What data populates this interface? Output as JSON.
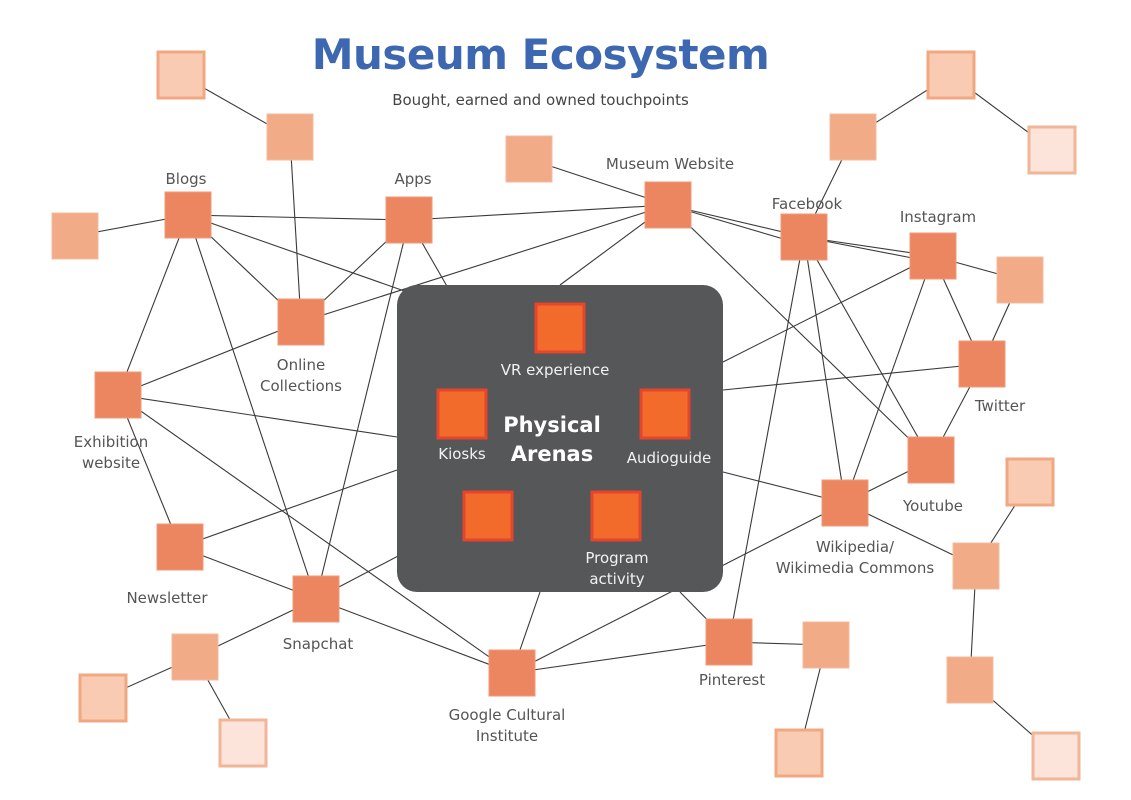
{
  "header": {
    "title": "Museum Ecosystem",
    "subtitle": "Bought, earned and owned touchpoints"
  },
  "colors": {
    "title": "#3d67b0",
    "primary_node": "#ec8660",
    "secondary_node": "#f1ab86",
    "tertiary_node": "#f9cbb3",
    "quaternary_node": "#fde4da",
    "arena_bg": "#555759",
    "arena_node": "#f26b2a",
    "edge": "#3a3a3a"
  },
  "physical_arenas": {
    "title_line1": "Physical",
    "title_line2": "Arenas",
    "items": [
      {
        "id": "vr",
        "label": "VR experience"
      },
      {
        "id": "kiosks",
        "label": "Kiosks"
      },
      {
        "id": "audioguide",
        "label": "Audioguide"
      },
      {
        "id": "unlabeled",
        "label": ""
      },
      {
        "id": "program",
        "label": "Program activity"
      }
    ]
  },
  "nodes": [
    {
      "id": "blogs",
      "label": "Blogs",
      "tier": "primary"
    },
    {
      "id": "apps",
      "label": "Apps",
      "tier": "primary"
    },
    {
      "id": "museum_website",
      "label": "Museum Website",
      "tier": "primary"
    },
    {
      "id": "facebook",
      "label": "Facebook",
      "tier": "primary"
    },
    {
      "id": "instagram",
      "label": "Instagram",
      "tier": "primary"
    },
    {
      "id": "online_collections",
      "label": "Online Collections",
      "tier": "primary"
    },
    {
      "id": "exhibition_website",
      "label": "Exhibition website",
      "tier": "primary"
    },
    {
      "id": "twitter",
      "label": "Twitter",
      "tier": "primary"
    },
    {
      "id": "youtube",
      "label": "Youtube",
      "tier": "primary"
    },
    {
      "id": "wikipedia",
      "label": "Wikipedia/ Wikimedia Commons",
      "tier": "primary"
    },
    {
      "id": "newsletter",
      "label": "Newsletter",
      "tier": "primary"
    },
    {
      "id": "snapchat",
      "label": "Snapchat",
      "tier": "primary"
    },
    {
      "id": "google",
      "label": "Google Cultural Institute",
      "tier": "primary"
    },
    {
      "id": "pinterest",
      "label": "Pinterest",
      "tier": "primary"
    },
    {
      "id": "s_tl_a",
      "label": "",
      "tier": "tertiary"
    },
    {
      "id": "s_tl_b",
      "label": "",
      "tier": "secondary"
    },
    {
      "id": "s_left",
      "label": "",
      "tier": "secondary"
    },
    {
      "id": "s_mw",
      "label": "",
      "tier": "secondary"
    },
    {
      "id": "s_tr_a",
      "label": "",
      "tier": "tertiary"
    },
    {
      "id": "s_tr_b",
      "label": "",
      "tier": "secondary"
    },
    {
      "id": "s_tr_c",
      "label": "",
      "tier": "quaternary"
    },
    {
      "id": "s_insta",
      "label": "",
      "tier": "secondary"
    },
    {
      "id": "s_r_a",
      "label": "",
      "tier": "tertiary"
    },
    {
      "id": "s_r_b",
      "label": "",
      "tier": "secondary"
    },
    {
      "id": "s_r_c",
      "label": "",
      "tier": "secondary"
    },
    {
      "id": "s_r_d",
      "label": "",
      "tier": "quaternary"
    },
    {
      "id": "s_pin_a",
      "label": "",
      "tier": "secondary"
    },
    {
      "id": "s_pin_b",
      "label": "",
      "tier": "tertiary"
    },
    {
      "id": "s_bl_a",
      "label": "",
      "tier": "secondary"
    },
    {
      "id": "s_bl_b",
      "label": "",
      "tier": "tertiary"
    },
    {
      "id": "s_bl_c",
      "label": "",
      "tier": "quaternary"
    }
  ],
  "edges": [
    [
      "s_tl_a",
      "s_tl_b"
    ],
    [
      "s_tl_b",
      "online_collections"
    ],
    [
      "s_left",
      "blogs"
    ],
    [
      "blogs",
      "apps"
    ],
    [
      "blogs",
      "online_collections"
    ],
    [
      "blogs",
      "exhibition_website"
    ],
    [
      "blogs",
      "snapchat"
    ],
    [
      "blogs",
      "arena"
    ],
    [
      "apps",
      "museum_website"
    ],
    [
      "apps",
      "online_collections"
    ],
    [
      "apps",
      "snapchat"
    ],
    [
      "apps",
      "arena"
    ],
    [
      "s_mw",
      "museum_website"
    ],
    [
      "museum_website",
      "facebook"
    ],
    [
      "museum_website",
      "facebook2"
    ],
    [
      "museum_website",
      "online_collections"
    ],
    [
      "museum_website",
      "arena"
    ],
    [
      "museum_website",
      "youtube"
    ],
    [
      "s_tr_a",
      "s_tr_b"
    ],
    [
      "s_tr_a",
      "s_tr_c"
    ],
    [
      "s_tr_b",
      "facebook"
    ],
    [
      "facebook",
      "instagram"
    ],
    [
      "facebook",
      "instagram2"
    ],
    [
      "facebook",
      "wikipedia"
    ],
    [
      "facebook",
      "youtube"
    ],
    [
      "facebook",
      "pinterest"
    ],
    [
      "instagram",
      "s_insta"
    ],
    [
      "instagram",
      "twitter"
    ],
    [
      "instagram",
      "wikipedia"
    ],
    [
      "instagram",
      "arena"
    ],
    [
      "s_insta",
      "twitter"
    ],
    [
      "twitter",
      "arena"
    ],
    [
      "twitter",
      "youtube"
    ],
    [
      "youtube",
      "wikipedia"
    ],
    [
      "wikipedia",
      "arena"
    ],
    [
      "wikipedia",
      "google"
    ],
    [
      "wikipedia",
      "s_r_b"
    ],
    [
      "s_r_a",
      "s_r_b"
    ],
    [
      "s_r_b",
      "s_r_c"
    ],
    [
      "s_r_c",
      "s_r_d"
    ],
    [
      "online_collections",
      "exhibition_website"
    ],
    [
      "exhibition_website",
      "arena"
    ],
    [
      "exhibition_website",
      "newsletter"
    ],
    [
      "exhibition_website",
      "google"
    ],
    [
      "newsletter",
      "arena"
    ],
    [
      "newsletter",
      "snapchat"
    ],
    [
      "snapchat",
      "arena"
    ],
    [
      "snapchat",
      "google"
    ],
    [
      "snapchat",
      "s_bl_a"
    ],
    [
      "s_bl_a",
      "s_bl_b"
    ],
    [
      "s_bl_a",
      "s_bl_c"
    ],
    [
      "google",
      "arena"
    ],
    [
      "google",
      "pinterest"
    ],
    [
      "pinterest",
      "arena"
    ],
    [
      "pinterest",
      "s_pin_a"
    ],
    [
      "s_pin_a",
      "s_pin_b"
    ]
  ]
}
